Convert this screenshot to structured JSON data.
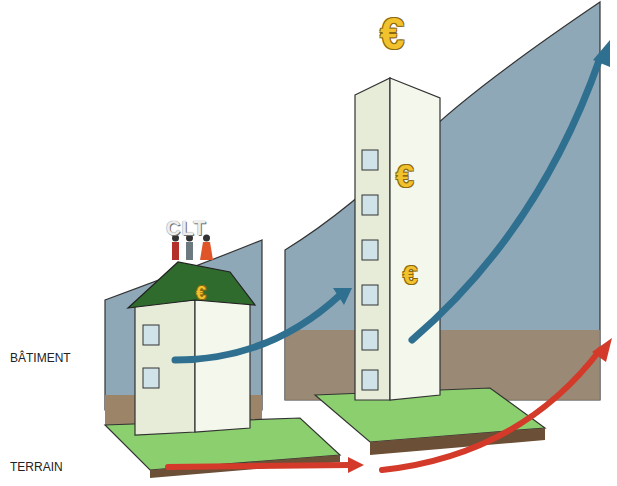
{
  "diagram": {
    "labels": [
      "BÂTIMENT",
      "TERRAIN",
      "CLT",
      "€",
      "€",
      "€",
      "€"
    ]
  }
}
